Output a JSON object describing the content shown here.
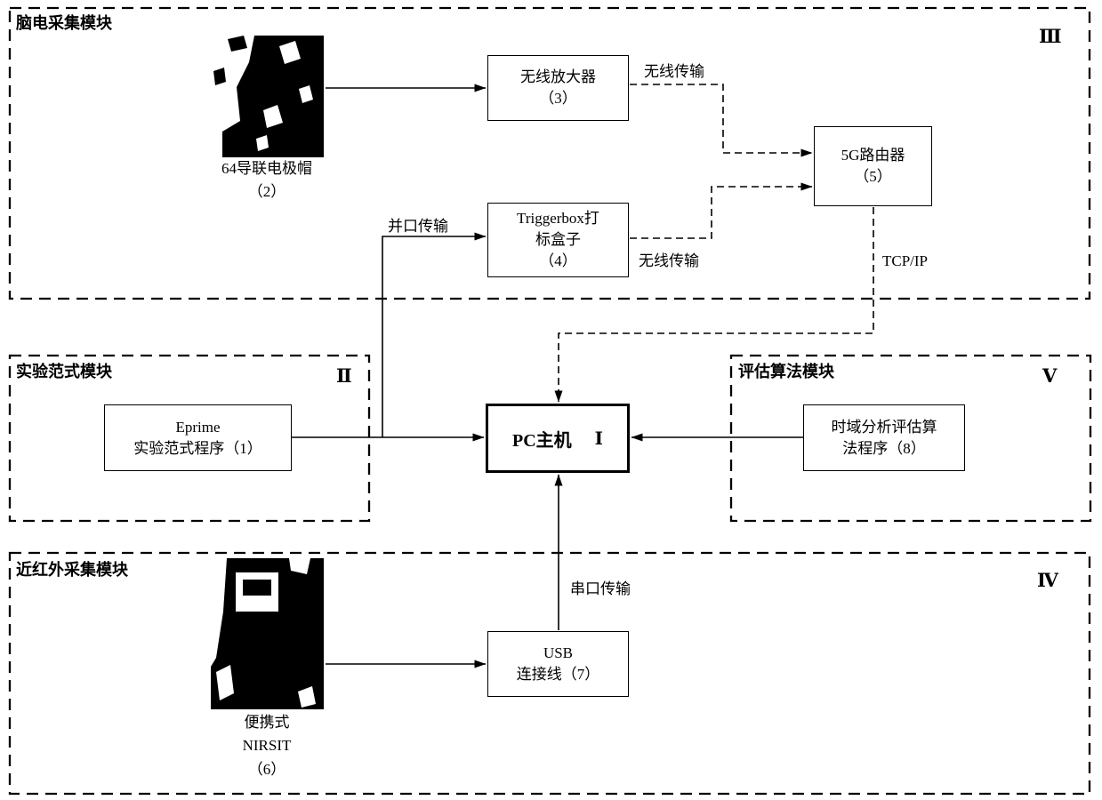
{
  "modules": {
    "eeg": {
      "title": "脑电采集模块",
      "numeral": "Ⅲ"
    },
    "paradigm": {
      "title": "实验范式模块",
      "numeral": "Ⅱ"
    },
    "evaluation": {
      "title": "评估算法模块",
      "numeral": "Ⅴ"
    },
    "nirs": {
      "title": "近红外采集模块",
      "numeral": "Ⅳ"
    }
  },
  "nodes": {
    "electrode_cap": {
      "caption1": "64导联电极帽",
      "caption2": "（2）"
    },
    "amplifier": {
      "line1": "无线放大器",
      "line2": "（3）"
    },
    "triggerbox": {
      "line1": "Triggerbox打",
      "line2": "标盒子",
      "line3": "（4）"
    },
    "router": {
      "line1": "5G路由器",
      "line2": "（5）"
    },
    "pc": {
      "label": "PC主机",
      "numeral": "Ⅰ"
    },
    "eprime": {
      "line1": "Eprime",
      "line2": "实验范式程序（1）"
    },
    "algorithm": {
      "line1": "时域分析评估算",
      "line2": "法程序（8）"
    },
    "usb": {
      "line1": "USB",
      "line2": "连接线（7）"
    },
    "nirsit": {
      "caption1": "便携式",
      "caption2": "NIRSIT",
      "caption3": "（6）"
    }
  },
  "edges": {
    "wireless_amp": "无线传输",
    "wireless_trigger": "无线传输",
    "parallel_port": "并口传输",
    "tcp_ip": "TCP/IP",
    "serial_port": "串口传输"
  },
  "colors": {
    "line": "#000000",
    "background": "#ffffff"
  }
}
